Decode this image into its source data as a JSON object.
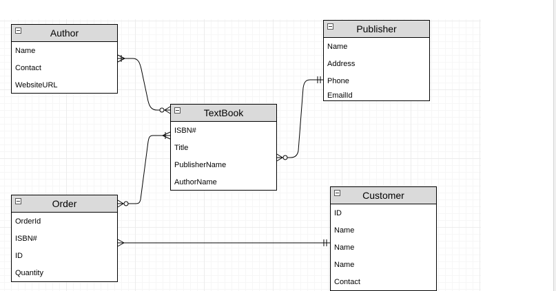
{
  "entities": {
    "author": {
      "title": "Author",
      "attributes": [
        "Name",
        "Contact",
        "WebsiteURL"
      ]
    },
    "publisher": {
      "title": "Publisher",
      "attributes": [
        "Name",
        "Address",
        "Phone",
        "EmailId"
      ]
    },
    "textbook": {
      "title": "TextBook",
      "attributes": [
        "ISBN#",
        "Title",
        "PublisherName",
        "AuthorName"
      ]
    },
    "order": {
      "title": "Order",
      "attributes": [
        "OrderId",
        "ISBN#",
        "ID",
        "Quantity"
      ]
    },
    "customer": {
      "title": "Customer",
      "attributes": [
        "ID",
        "Name",
        "Name",
        "Name",
        "Contact"
      ]
    }
  },
  "relationships": [
    {
      "from": "Author",
      "from_end": "one-or-many",
      "to": "TextBook",
      "to_end": "zero-or-many"
    },
    {
      "from": "Publisher",
      "from_end": "exactly-one",
      "to": "TextBook",
      "to_end": "zero-or-many"
    },
    {
      "from": "TextBook",
      "from_end": "one-or-many",
      "to": "Order",
      "to_end": "zero-or-many"
    },
    {
      "from": "Order",
      "from_end": "many",
      "to": "Customer",
      "to_end": "exactly-one"
    }
  ],
  "colors": {
    "header_fill": "#dadada",
    "line": "#000000",
    "grid": "#ececec"
  }
}
